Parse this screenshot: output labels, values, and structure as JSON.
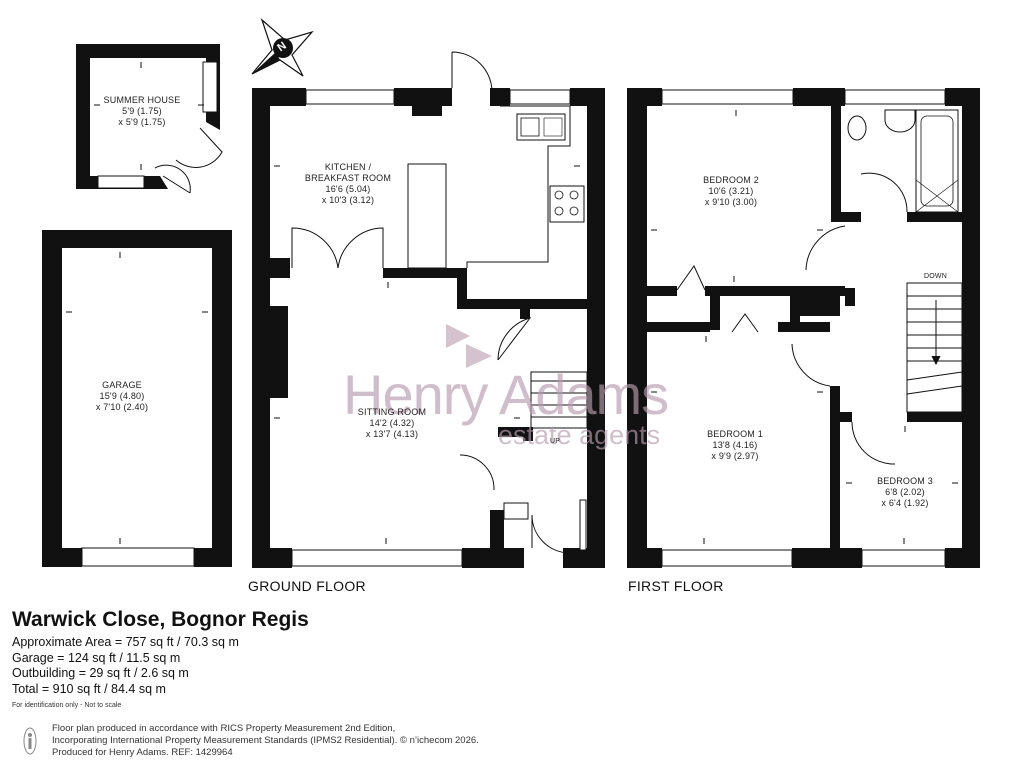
{
  "rooms": {
    "summer_house": {
      "name": "SUMMER HOUSE",
      "dim1": "5'9 (1.75)",
      "dim2": "x 5'9 (1.75)"
    },
    "garage": {
      "name": "GARAGE",
      "dim1": "15'9 (4.80)",
      "dim2": "x 7'10 (2.40)"
    },
    "kitchen": {
      "name": "KITCHEN /",
      "name2": "BREAKFAST ROOM",
      "dim1": "16'6 (5.04)",
      "dim2": "x 10'3 (3.12)"
    },
    "sitting": {
      "name": "SITTING ROOM",
      "dim1": "14'2 (4.32)",
      "dim2": "x 13'7 (4.13)"
    },
    "bedroom2": {
      "name": "BEDROOM 2",
      "dim1": "10'6 (3.21)",
      "dim2": "x 9'10 (3.00)"
    },
    "bedroom1": {
      "name": "BEDROOM 1",
      "dim1": "13'8 (4.16)",
      "dim2": "x 9'9 (2.97)"
    },
    "bedroom3": {
      "name": "BEDROOM 3",
      "dim1": "6'8 (2.02)",
      "dim2": "x 6'4 (1.92)"
    }
  },
  "stairs": {
    "up": "UP",
    "down": "DOWN"
  },
  "compass": "N",
  "floors": {
    "ground": "GROUND FLOOR",
    "first": "FIRST FLOOR"
  },
  "watermark": {
    "name": "Henry Adams",
    "sub": "estate agents"
  },
  "address": "Warwick Close, Bognor Regis",
  "areas": [
    "Approximate Area = 757 sq ft / 70.3 sq m",
    "Garage  = 124 sq ft / 11.5 sq m",
    "Outbuilding = 29 sq ft / 2.6 sq m",
    "Total = 910 sq ft / 84.4 sq m"
  ],
  "disclaimer": "For identification only - Not to scale",
  "footer": [
    "Floor plan produced in accordance with RICS Property Measurement 2nd Edition,",
    "Incorporating International Property Measurement Standards (IPMS2 Residential).  © n’ichecom 2026.",
    "Produced for Henry Adams.   REF: 1429964"
  ],
  "colors": {
    "wall": "#111111",
    "watermark": "#b89bb0"
  }
}
